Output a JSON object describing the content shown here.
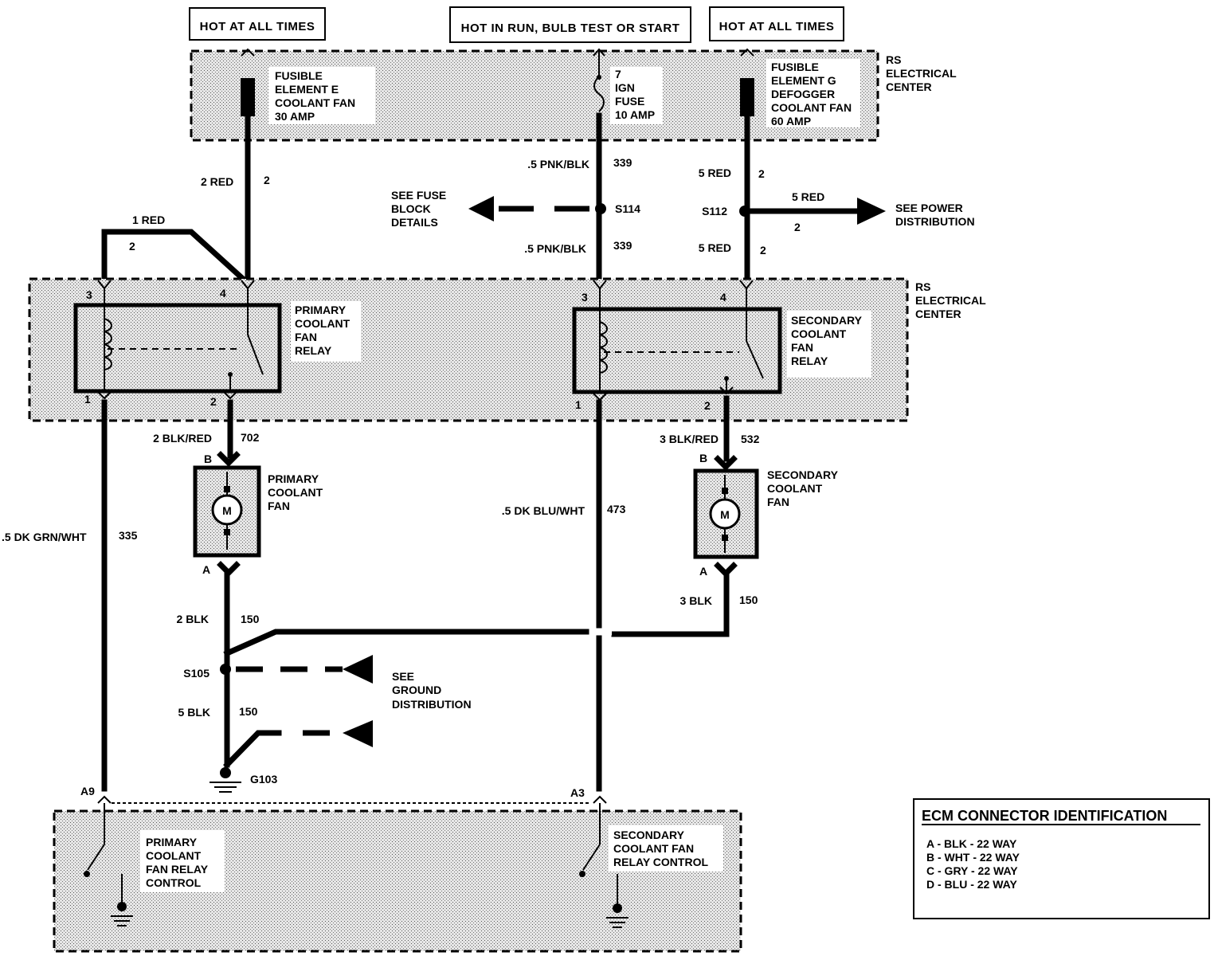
{
  "supplies": {
    "hot_left": "HOT AT ALL TIMES",
    "hot_run": "HOT IN RUN, BULB TEST OR START",
    "hot_right": "HOT AT ALL TIMES"
  },
  "top_center": {
    "fuse_e": [
      "FUSIBLE",
      "ELEMENT E",
      "COOLANT FAN",
      "30 AMP"
    ],
    "ign_fuse": [
      "7",
      "IGN",
      "FUSE",
      "10 AMP"
    ],
    "fuse_g": [
      "FUSIBLE",
      "ELEMENT G",
      "DEFOGGER",
      "COOLANT FAN",
      "60 AMP"
    ],
    "label": [
      "RS",
      "ELECTRICAL",
      "CENTER"
    ]
  },
  "wires": {
    "w_2red": "2 RED",
    "w_2red_ckt": "2",
    "w_1red": "1 RED",
    "w_1red_ckt": "2",
    "w_pnk_top": ".5 PNK/BLK",
    "w_pnk_top_ckt": "339",
    "w_pnk_bot": ".5 PNK/BLK",
    "w_pnk_bot_ckt": "339",
    "w_5red_top": "5 RED",
    "w_5red_top_ckt": "2",
    "w_5red_side": "5 RED",
    "w_5red_side_ckt": "2",
    "w_5red_bot": "5 RED",
    "w_5red_bot_ckt": "2",
    "w_blkred_p": "2 BLK/RED",
    "w_blkred_p_ckt": "702",
    "w_blkred_s": "3 BLK/RED",
    "w_blkred_s_ckt": "532",
    "w_grn": ".5 DK GRN/WHT",
    "w_grn_ckt": "335",
    "w_blu": ".5 DK BLU/WHT",
    "w_blu_ckt": "473",
    "w_2blk": "2 BLK",
    "w_2blk_ckt": "150",
    "w_3blk": "3 BLK",
    "w_3blk_ckt": "150",
    "w_5blk": "5 BLK",
    "w_5blk_ckt": "150"
  },
  "splices": {
    "s114": "S114",
    "s112": "S112",
    "s105": "S105",
    "g103": "G103"
  },
  "refs": {
    "fuse_block": [
      "SEE FUSE",
      "BLOCK",
      "DETAILS"
    ],
    "power": [
      "SEE POWER",
      "DISTRIBUTION"
    ],
    "ground": [
      "SEE",
      "GROUND",
      "DISTRIBUTION"
    ]
  },
  "middle_center": {
    "label": [
      "RS",
      "ELECTRICAL",
      "CENTER"
    ],
    "primary_relay": [
      "PRIMARY",
      "COOLANT",
      "FAN",
      "RELAY"
    ],
    "secondary_relay": [
      "SECONDARY",
      "COOLANT",
      "FAN",
      "RELAY"
    ],
    "pins": {
      "p3": "3",
      "p4": "4",
      "p1": "1",
      "p2": "2",
      "s3": "3",
      "s4": "4",
      "s1": "1",
      "s2": "2"
    }
  },
  "fans": {
    "primary": [
      "PRIMARY",
      "COOLANT",
      "FAN"
    ],
    "secondary": [
      "SECONDARY",
      "COOLANT",
      "FAN"
    ],
    "motor": "M",
    "pin_b": "B",
    "pin_a": "A"
  },
  "ecm": {
    "pin_a9": "A9",
    "pin_a3": "A3",
    "primary_ctrl": [
      "PRIMARY",
      "COOLANT",
      "FAN RELAY",
      "CONTROL"
    ],
    "secondary_ctrl": [
      "SECONDARY",
      "COOLANT FAN",
      "RELAY CONTROL"
    ]
  },
  "legend": {
    "title": "ECM CONNECTOR IDENTIFICATION",
    "items": [
      "A - BLK - 22 WAY",
      "B - WHT - 22 WAY",
      "C - GRY - 22 WAY",
      "D - BLU - 22 WAY"
    ]
  }
}
